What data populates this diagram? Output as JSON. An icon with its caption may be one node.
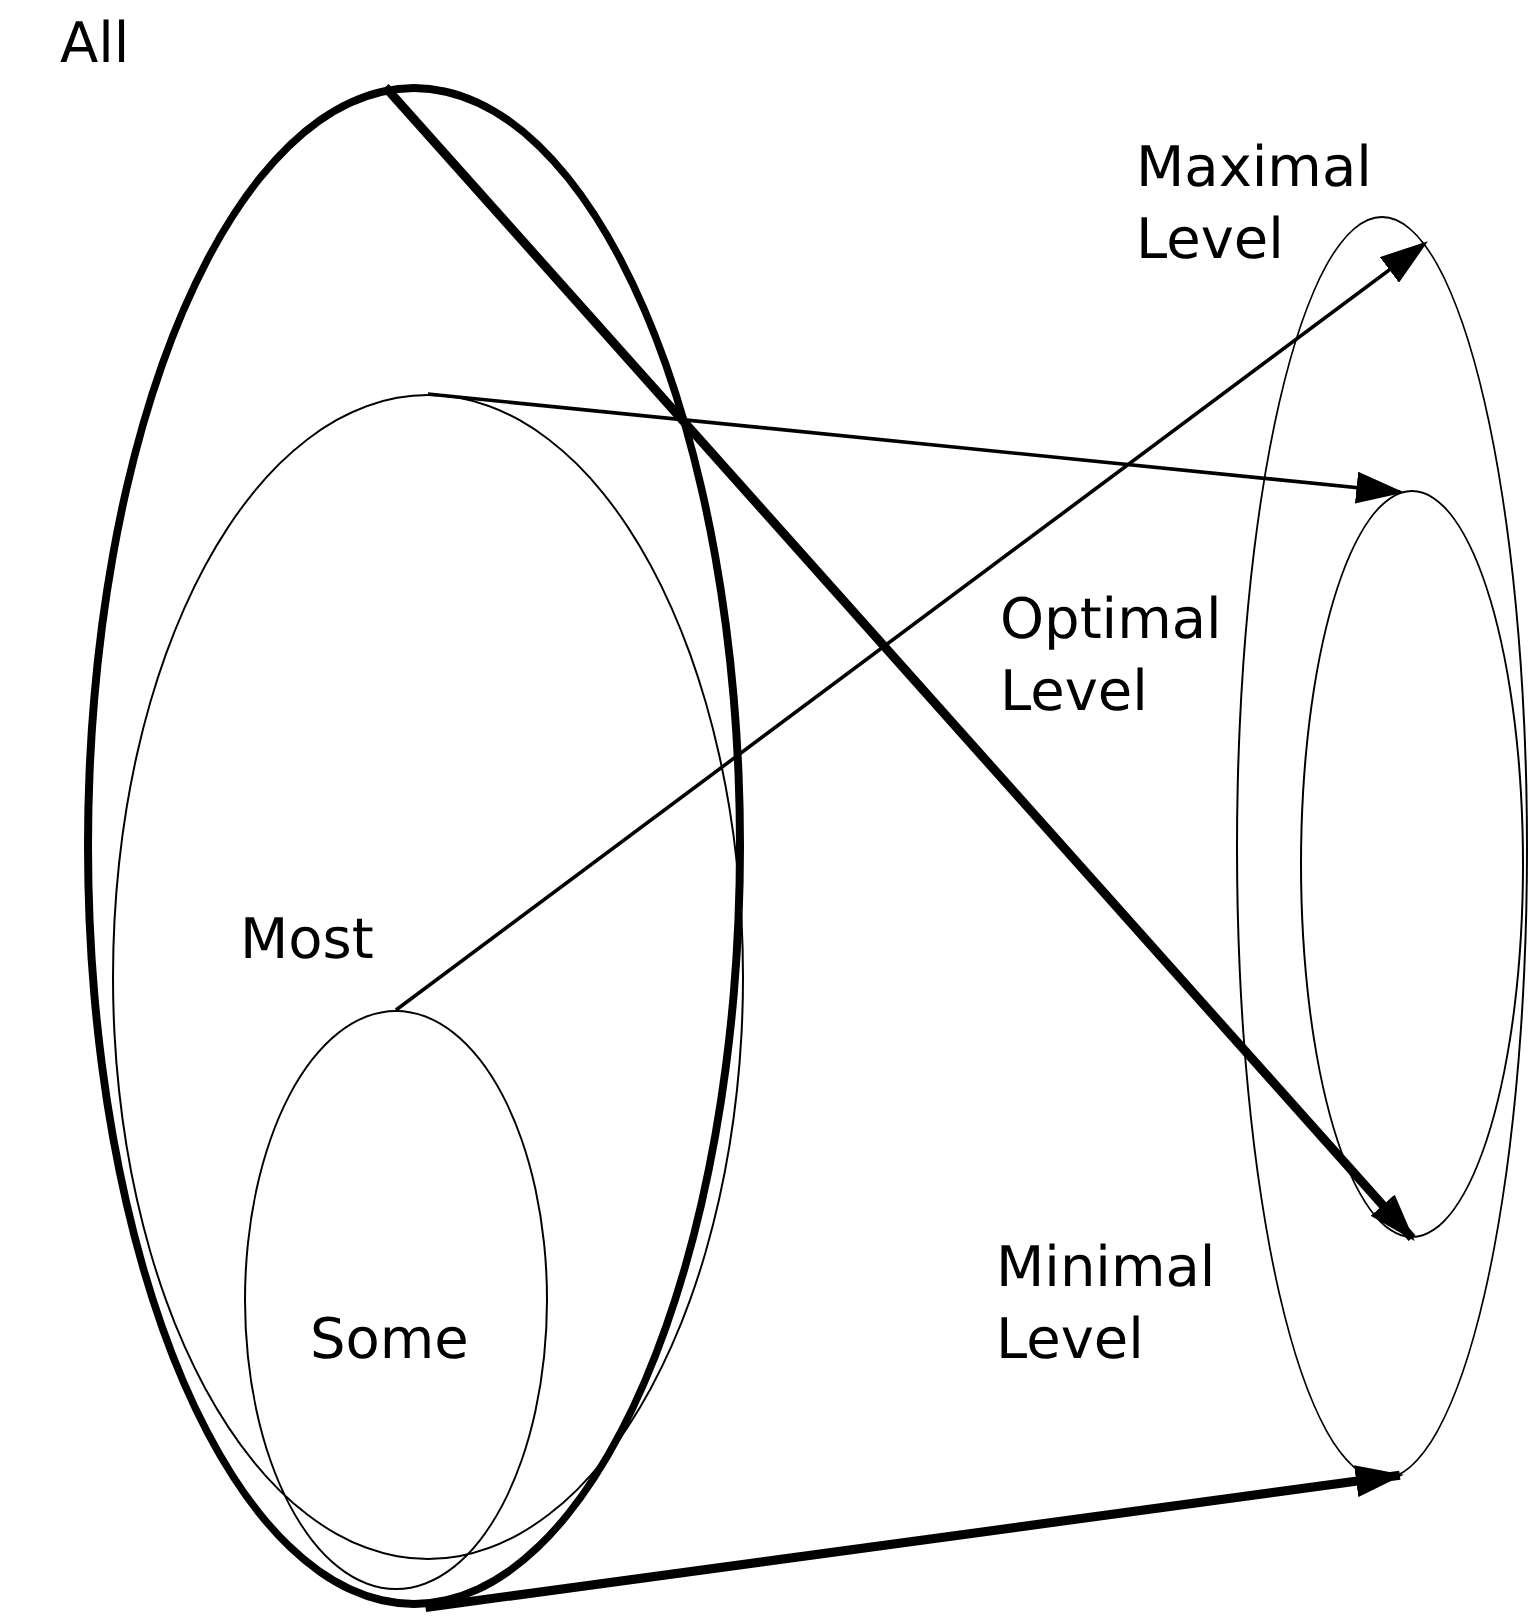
{
  "diagram": {
    "nodes": [
      {
        "text": [
          "All"
        ]
      },
      {
        "text": [
          "Most"
        ],
        "in": 0
      },
      {
        "text": [
          "Some"
        ],
        "in": 1
      },
      {
        "text": [
          "Maximal Level",
          "Minimal Level"
        ]
      },
      {
        "text": [
          "Optimal Level"
        ],
        "in": 3
      }
    ],
    "edges": [
      {
        "from": 0,
        "to": 4,
        "arrow": "to",
        "style": "thick"
      },
      {
        "from": 1,
        "to": 4,
        "arrow": "to"
      },
      {
        "from": 2,
        "to": 3,
        "arrow": "to"
      },
      {
        "from": 0,
        "to": 3,
        "arrow": "to",
        "style": "thick"
      }
    ]
  }
}
